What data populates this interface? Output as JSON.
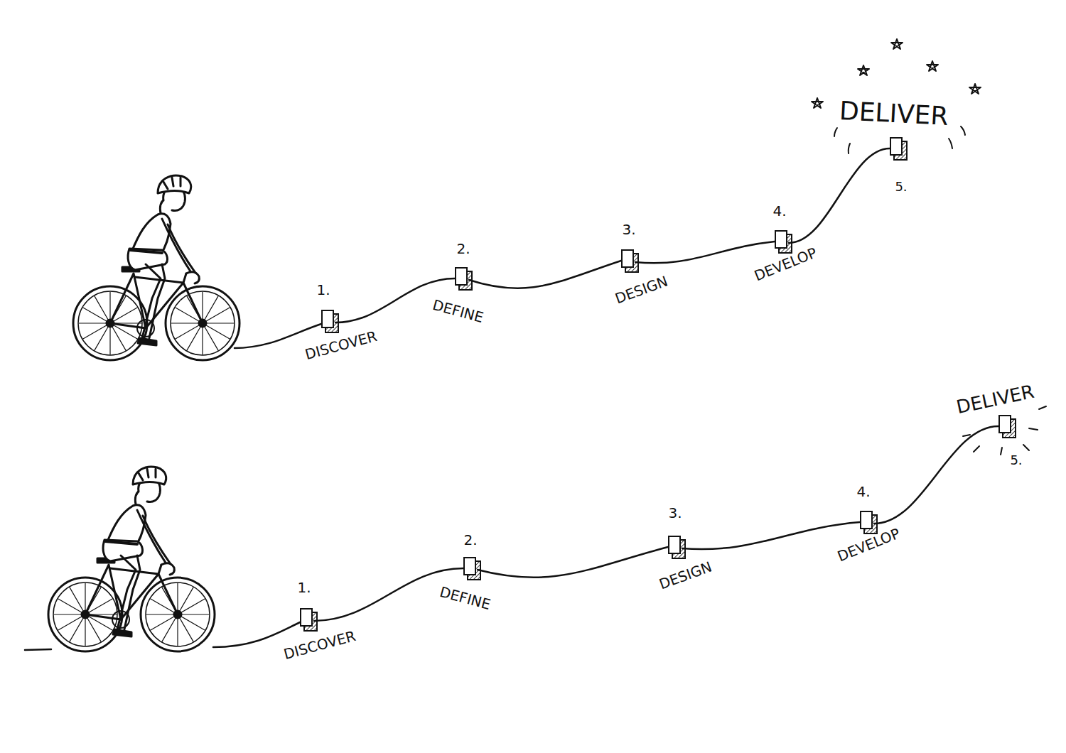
{
  "diagram": {
    "nodes": [
      {
        "text": [
          "1.",
          "DISCOVER"
        ]
      },
      {
        "text": [
          "2.",
          "DEFINE"
        ]
      },
      {
        "text": [
          "3.",
          "DESIGN"
        ]
      },
      {
        "text": [
          "4.",
          "DEVELOP"
        ]
      },
      {
        "text": [
          "5.",
          "DELIVER"
        ]
      },
      {
        "text": [
          "1.",
          "DISCOVER"
        ]
      },
      {
        "text": [
          "2.",
          "DEFINE"
        ]
      },
      {
        "text": [
          "3.",
          "DESIGN"
        ]
      },
      {
        "text": [
          "4.",
          "DEVELOP"
        ]
      },
      {
        "text": [
          "5.",
          "DELIVER"
        ]
      }
    ],
    "edges": [
      {
        "from": 0,
        "to": 1,
        "arrow": "none"
      },
      {
        "from": 1,
        "to": 2,
        "arrow": "none"
      },
      {
        "from": 2,
        "to": 3,
        "arrow": "none"
      },
      {
        "from": 3,
        "to": 4,
        "arrow": "none"
      },
      {
        "from": 5,
        "to": 6,
        "arrow": "none"
      },
      {
        "from": 6,
        "to": 7,
        "arrow": "none"
      },
      {
        "from": 7,
        "to": 8,
        "arrow": "none"
      },
      {
        "from": 8,
        "to": 9,
        "arrow": "none"
      }
    ]
  }
}
